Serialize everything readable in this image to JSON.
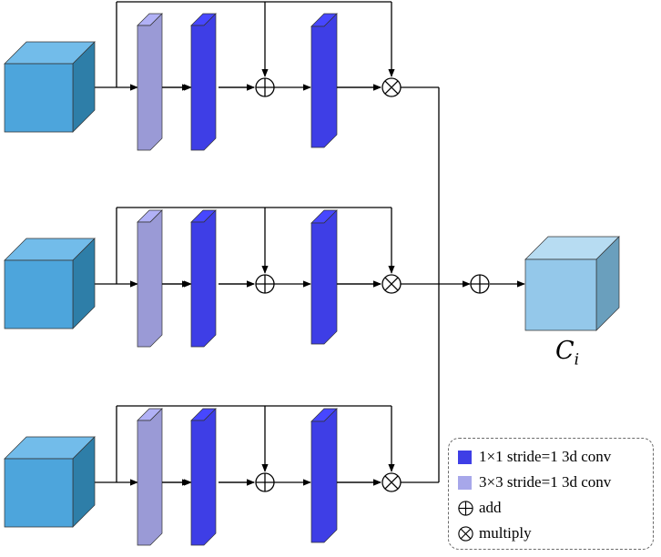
{
  "output_label": {
    "base": "C",
    "sub": "i"
  },
  "legend": {
    "items": [
      {
        "symbol": "swatch",
        "color": "#3e3ee6",
        "label": "1×1 stride=1  3d conv"
      },
      {
        "symbol": "swatch",
        "color": "#a7a7ea",
        "label": "3×3 stride=1 3d conv"
      },
      {
        "symbol": "add",
        "label": "add"
      },
      {
        "symbol": "multiply",
        "label": "multiply"
      }
    ]
  },
  "colors": {
    "input_cube_front": "#4da5dc",
    "input_cube_top": "#72bcea",
    "input_cube_side": "#2e7ea8",
    "output_cube_front": "#94c8ea",
    "output_cube_top": "#b7dcf2",
    "output_cube_side": "#6a9fbd",
    "conv_1x1": "#3e3ee6",
    "conv_3x3": "#9a9ad6",
    "line": "#000000"
  }
}
